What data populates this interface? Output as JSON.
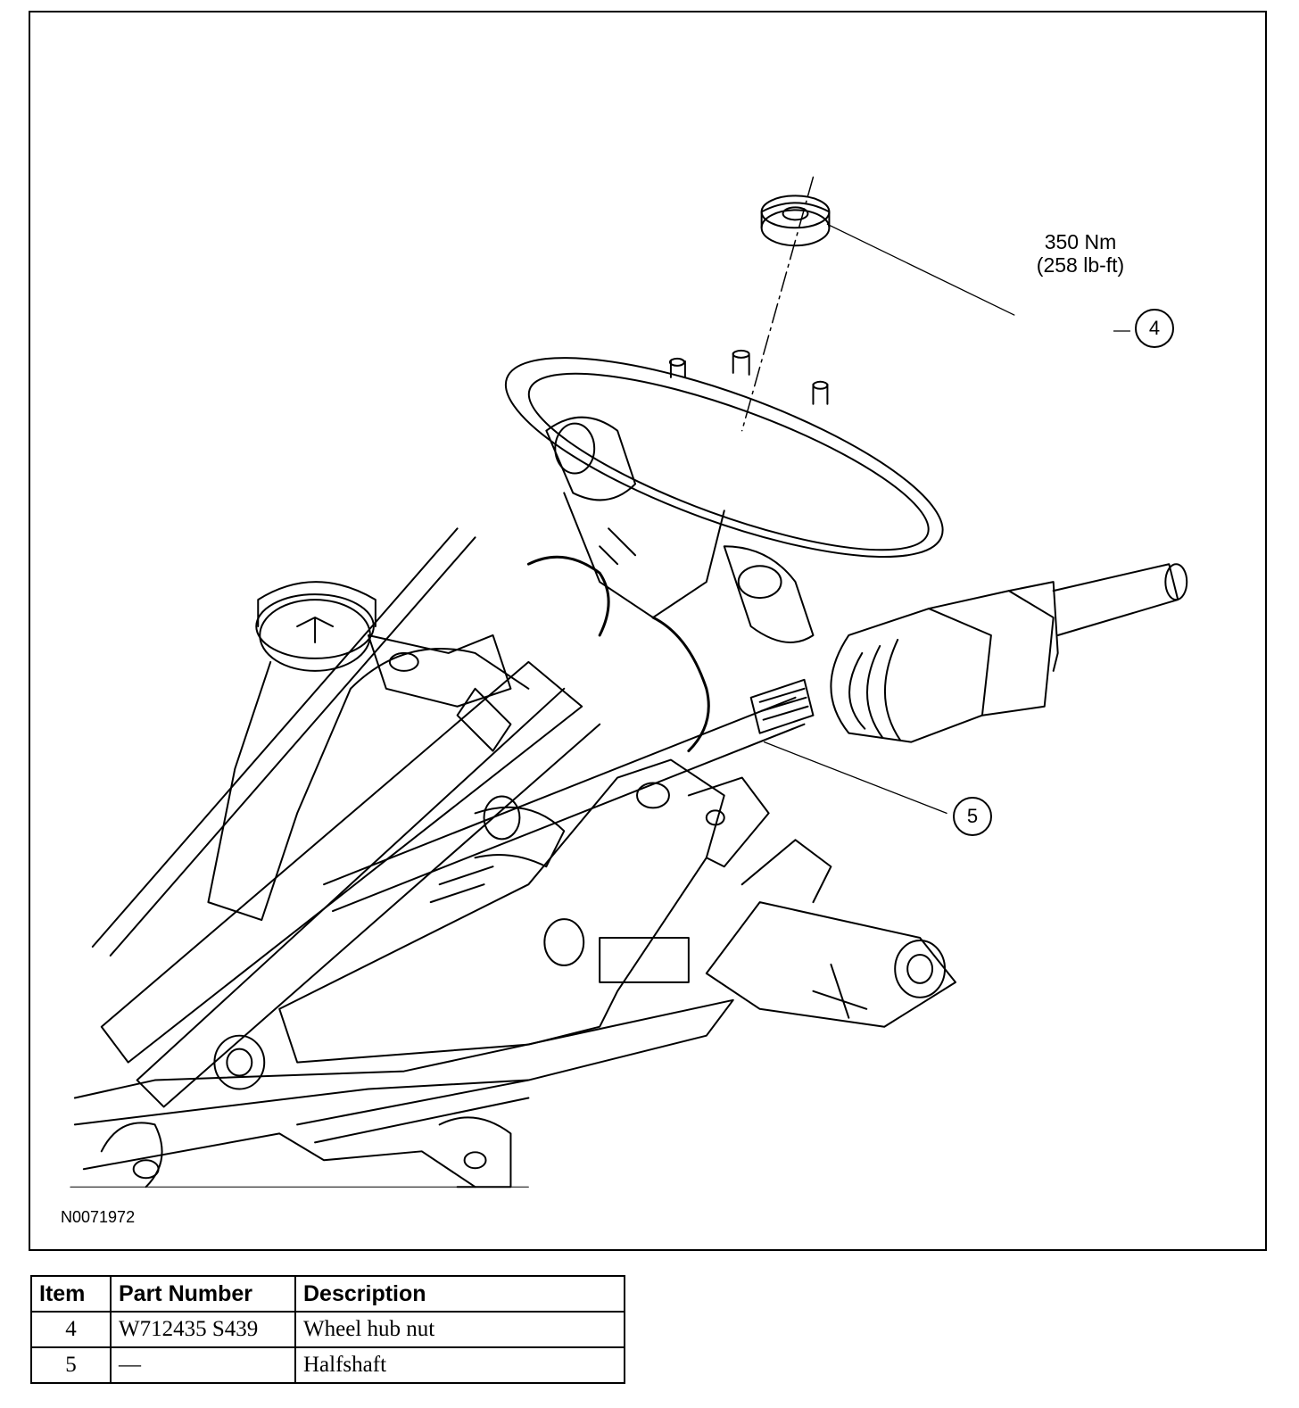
{
  "figure": {
    "id_label": "N0071972",
    "callouts": [
      {
        "number": "4",
        "torque_line1": "350 Nm",
        "torque_line2": "(258 lb-ft)"
      },
      {
        "number": "5"
      }
    ]
  },
  "table": {
    "headers": {
      "item": "Item",
      "part_number": "Part Number",
      "description": "Description"
    },
    "rows": [
      {
        "item": "4",
        "part_number": "W712435 S439",
        "description": "Wheel hub nut"
      },
      {
        "item": "5",
        "part_number": "—",
        "description": "Halfshaft"
      }
    ]
  }
}
